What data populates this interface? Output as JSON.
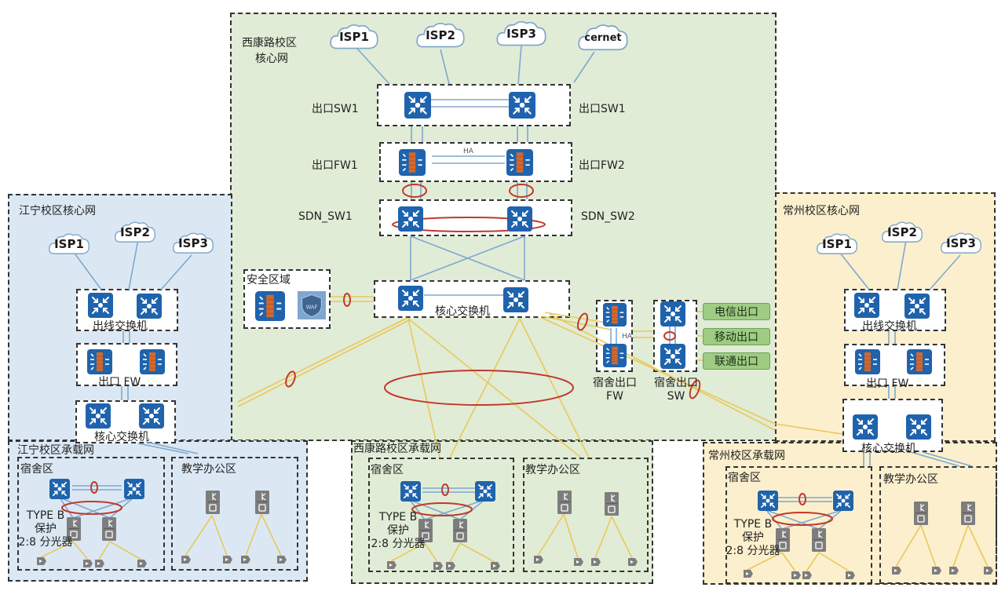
{
  "colors": {
    "xikang_bg": "#e1ecd6",
    "jiangning_bg": "#dbe8f4",
    "changzhou_bg": "#fbefcd",
    "device_blue": "#1f63ad",
    "firewall_brick": "#d2692d",
    "link_blue": "#7ea9cf",
    "link_yellow": "#e9c85a",
    "lag_ring_red": "#c0392b",
    "exit_green": "#9dcc82",
    "olt_gray": "#7d7d7d"
  },
  "xikang_core": {
    "title_line1": "西康路校区",
    "title_line2": "核心网",
    "isps": [
      "ISP1",
      "ISP2",
      "ISP3",
      "cernet"
    ],
    "exit_sw_left": "出口SW1",
    "exit_sw_right": "出口SW1",
    "exit_fw_left": "出口FW1",
    "exit_fw_right": "出口FW2",
    "ha_label": "HA",
    "sdn_left": "SDN_SW1",
    "sdn_right": "SDN_SW2",
    "security_zone": "安全区域",
    "waf_label": "WAF",
    "core_switch": "核心交换机",
    "dorm_fw_line1": "宿舍出口",
    "dorm_fw_line2": "FW",
    "dorm_sw_line1": "宿舍出口",
    "dorm_sw_line2": "SW",
    "dorm_ha": "HA",
    "exits": [
      "电信出口",
      "移动出口",
      "联通出口"
    ]
  },
  "jiangning_core": {
    "title": "江宁校区核心网",
    "isps": [
      "ISP1",
      "ISP2",
      "ISP3"
    ],
    "outline_switch": "出线交换机",
    "exit_fw": "出口 FW",
    "core_switch": "核心交换机"
  },
  "changzhou_core": {
    "title": "常州校区核心网",
    "isps": [
      "ISP1",
      "ISP2",
      "ISP3"
    ],
    "outline_switch": "出线交换机",
    "exit_fw": "出口 FW",
    "core_switch": "核心交换机"
  },
  "access_networks": [
    {
      "title": "江宁校区承载网",
      "dorm": "宿舍区",
      "teaching": "教学办公区",
      "type_b_line1": "TYPE B",
      "type_b_line2": "保护",
      "type_b_line3": "2:8 分光器"
    },
    {
      "title": "西康路校区承载网",
      "dorm": "宿舍区",
      "teaching": "教学办公区",
      "type_b_line1": "TYPE B",
      "type_b_line2": "保护",
      "type_b_line3": "2:8 分光器"
    },
    {
      "title": "常州校区承载网",
      "dorm": "宿舍区",
      "teaching": "教学办公区",
      "type_b_line1": "TYPE B",
      "type_b_line2": "保护",
      "type_b_line3": "2:8 分光器"
    }
  ]
}
